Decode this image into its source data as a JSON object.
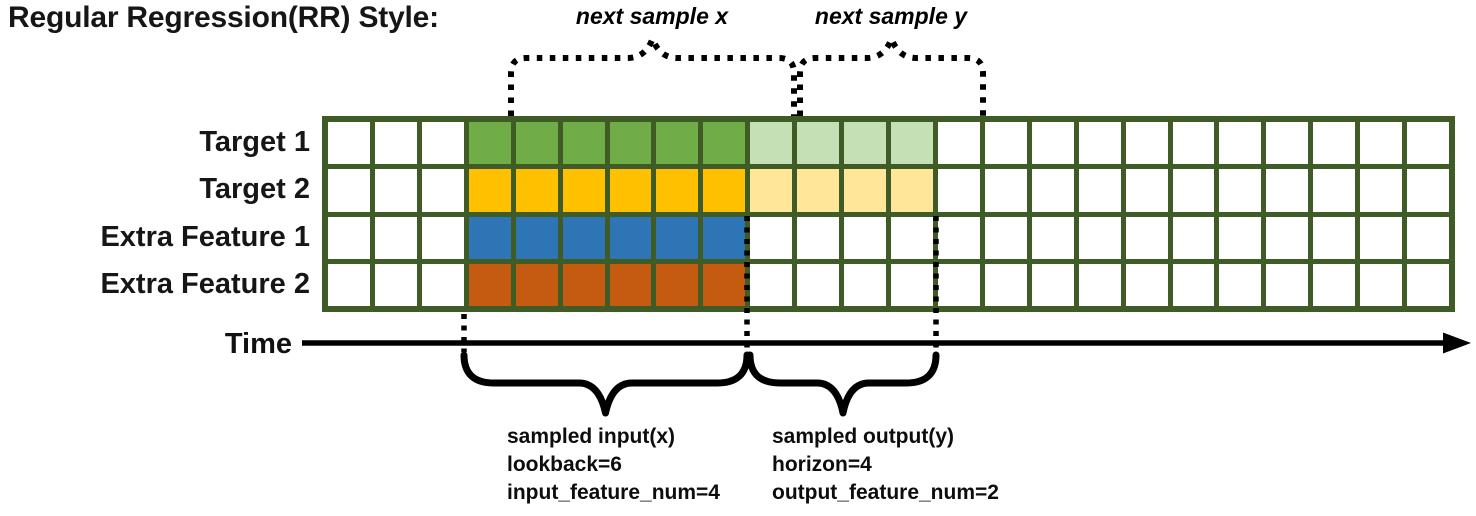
{
  "title": "Regular Regression(RR) Style:",
  "annotations": {
    "next_sample_x": "next sample x",
    "next_sample_y": "next sample y",
    "time_label": "Time",
    "input_block": [
      "sampled input(x)",
      "lookback=6",
      "input_feature_num=4"
    ],
    "output_block": [
      "sampled output(y)",
      "horizon=4",
      "output_feature_num=2"
    ]
  },
  "colors": {
    "grid_border": "#3F5C26",
    "target1_input": "#70AD47",
    "target1_output": "#C5E0B4",
    "target2_input": "#FFC000",
    "target2_output": "#FFE699",
    "extra1_input": "#2E75B6",
    "extra2_input": "#C55A11",
    "empty": "#FFFFFF",
    "line_black": "#000000"
  },
  "grid": {
    "columns": 24,
    "rows": [
      {
        "label": "Target 1",
        "segments": [
          {
            "count": 3,
            "color": "empty"
          },
          {
            "count": 6,
            "color": "target1_input"
          },
          {
            "count": 4,
            "color": "target1_output"
          },
          {
            "count": 11,
            "color": "empty"
          }
        ]
      },
      {
        "label": "Target 2",
        "segments": [
          {
            "count": 3,
            "color": "empty"
          },
          {
            "count": 6,
            "color": "target2_input"
          },
          {
            "count": 4,
            "color": "target2_output"
          },
          {
            "count": 11,
            "color": "empty"
          }
        ]
      },
      {
        "label": "Extra Feature 1",
        "segments": [
          {
            "count": 3,
            "color": "empty"
          },
          {
            "count": 6,
            "color": "extra1_input"
          },
          {
            "count": 15,
            "color": "empty"
          }
        ]
      },
      {
        "label": "Extra Feature 2",
        "segments": [
          {
            "count": 3,
            "color": "empty"
          },
          {
            "count": 6,
            "color": "extra2_input"
          },
          {
            "count": 15,
            "color": "empty"
          }
        ]
      }
    ]
  }
}
